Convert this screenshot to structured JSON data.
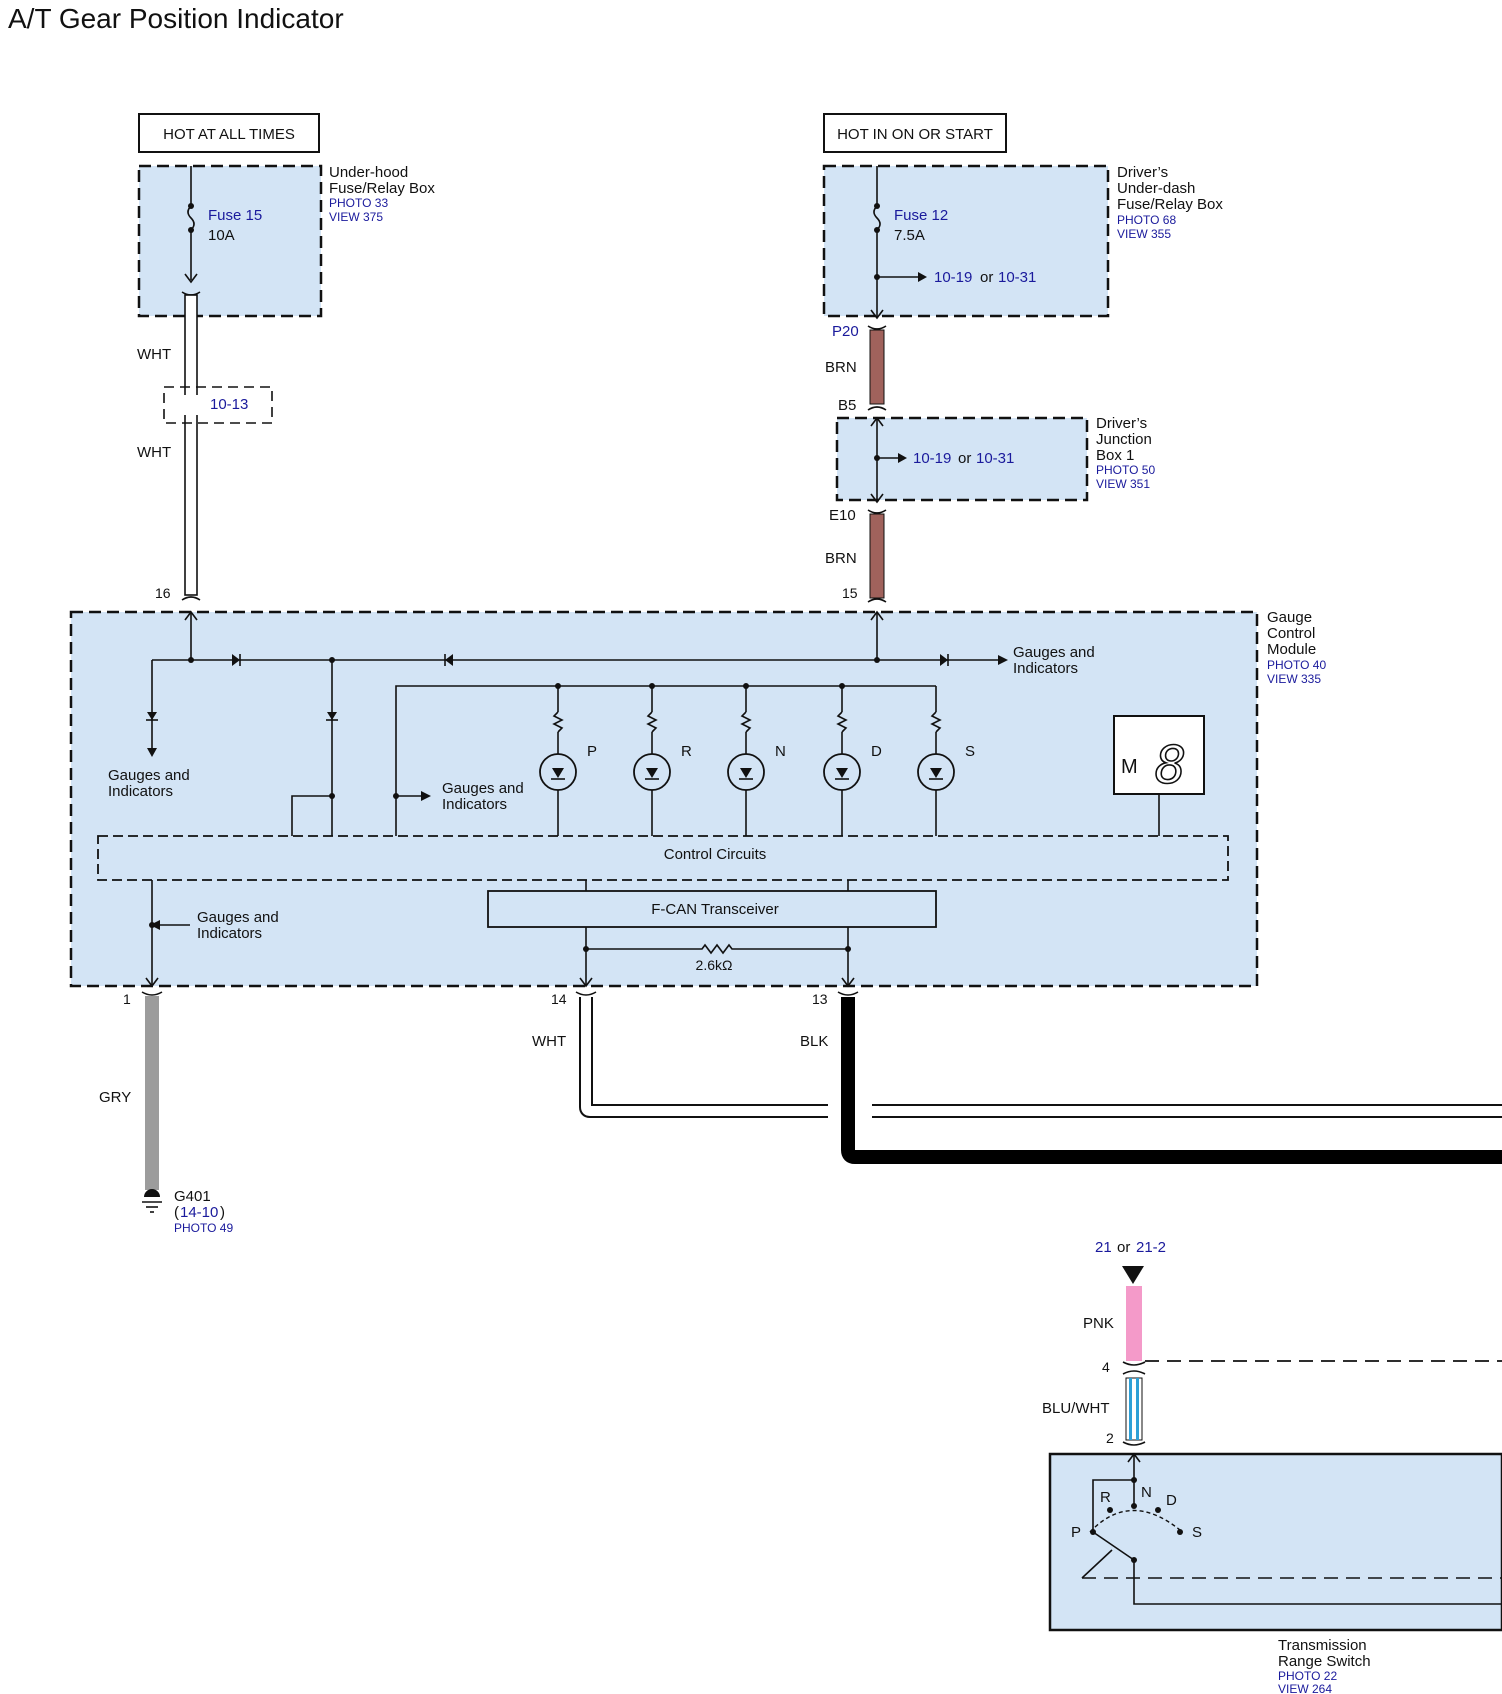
{
  "title": "A/T Gear Position Indicator",
  "hot_all_times": "HOT AT ALL TIMES",
  "hot_on_start": "HOT IN ON OR START",
  "underhood": {
    "name_l1": "Under-hood",
    "name_l2": "Fuse/Relay Box",
    "photo": "PHOTO 33",
    "view": "VIEW 375",
    "fuse": "Fuse 15",
    "rating": "10A"
  },
  "underdash": {
    "name_l1": "Driver’s",
    "name_l2": "Under-dash",
    "name_l3": "Fuse/Relay Box",
    "photo": "PHOTO 68",
    "view": "VIEW 355",
    "fuse": "Fuse 12",
    "rating": "7.5A",
    "ref_a": "10-19",
    "ref_or": "or",
    "ref_b": "10-31"
  },
  "junction": {
    "name_l1": "Driver’s",
    "name_l2": "Junction",
    "name_l3": "Box 1",
    "photo": "PHOTO 50",
    "view": "VIEW 351",
    "ref_a": "10-19",
    "ref_or": "or",
    "ref_b": "10-31"
  },
  "wires": {
    "wht1": "WHT",
    "wht2": "WHT",
    "splice_ref": "10-13",
    "brn1": "BRN",
    "brn2": "BRN",
    "gry": "GRY",
    "wht3": "WHT",
    "blk": "BLK",
    "pnk": "PNK",
    "bluwht": "BLU/WHT",
    "colors": {
      "wht": "#ffffff",
      "brn": "#a0625c",
      "gry": "#9c9c9c",
      "blk": "#000000",
      "pnk": "#f49ac9",
      "blu": "#2ea0d6"
    }
  },
  "connectors": {
    "p20": "P20",
    "b5": "B5",
    "e10": "E10",
    "pin16": "16",
    "pin15": "15",
    "pin1": "1",
    "pin14": "14",
    "pin13": "13",
    "pin4": "4",
    "pin2": "2"
  },
  "gcm": {
    "name_l1": "Gauge",
    "name_l2": "Control",
    "name_l3": "Module",
    "photo": "PHOTO 40",
    "view": "VIEW 335",
    "gauges_l1": "Gauges and",
    "gauges_l2": "Indicators",
    "control": "Control Circuits",
    "fcan": "F-CAN Transceiver",
    "resistor": "2.6kΩ",
    "leds": [
      "P",
      "R",
      "N",
      "D",
      "S"
    ],
    "display_m": "M",
    "display_digit": "8"
  },
  "ground": {
    "name": "G401",
    "ref_open": "(",
    "ref": "14-10",
    "ref_close": ")",
    "photo": "PHOTO 49"
  },
  "pnk_ref": {
    "a": "21",
    "or": "or",
    "b": "21-2"
  },
  "trs": {
    "name_l1": "Transmission",
    "name_l2": "Range Switch",
    "photo": "PHOTO 22",
    "view": "VIEW 264",
    "positions": [
      "P",
      "R",
      "N",
      "D",
      "S"
    ]
  }
}
